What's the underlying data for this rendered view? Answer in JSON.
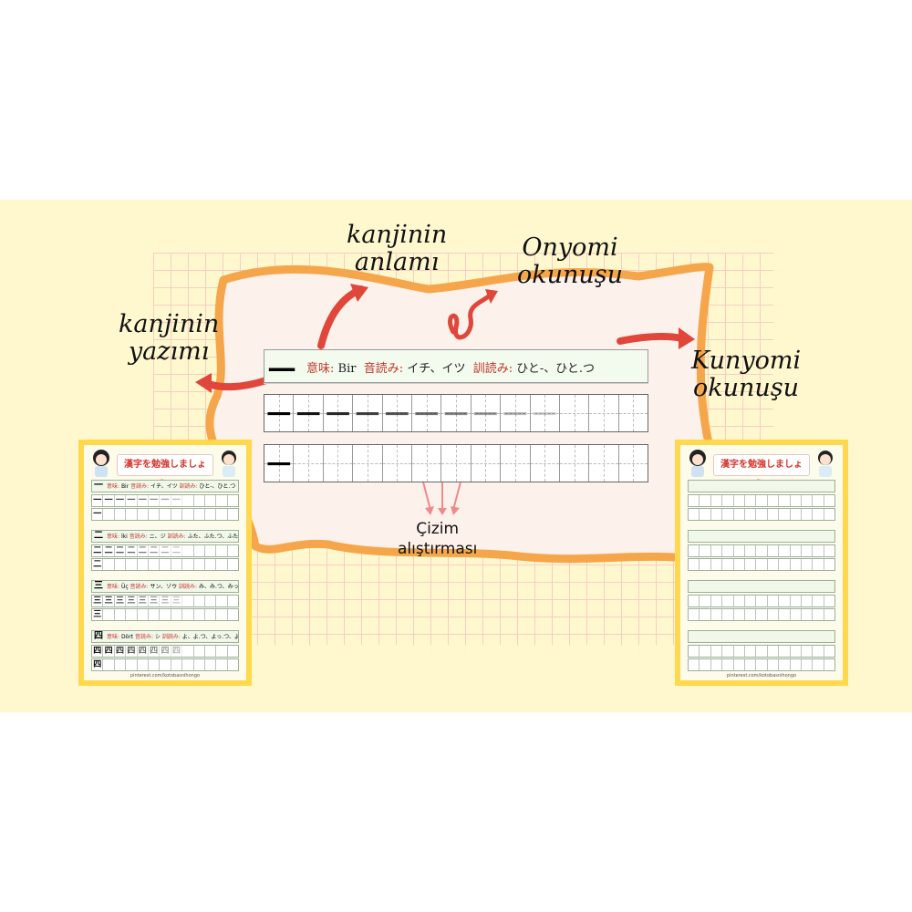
{
  "labels": {
    "meaning": [
      "kanjinin",
      "anlamı"
    ],
    "writing": [
      "kanjinin",
      "yazımı"
    ],
    "onyomi": [
      "Onyomi",
      "okunuşu"
    ],
    "kunyomi": [
      "Kunyomi",
      "okunuşu"
    ],
    "practice": [
      "Çizim",
      "alıştırması"
    ]
  },
  "header": {
    "kanji": "一",
    "meaning_label": "意味:",
    "meaning_value": "Bir",
    "on_label": "音読み:",
    "on_value": "イチ、イツ",
    "kun_label": "訓読み:",
    "kun_value": "ひと-、ひと.つ"
  },
  "practice_row": {
    "glyph": "一",
    "cells": 13,
    "traced_cells": 10
  },
  "sheets": {
    "title": "漢字を勉強しましょう!",
    "footer": "pinterest.com/kotobasnihongo",
    "entries": [
      {
        "kanji": "一",
        "meaning": "Bir",
        "on": "イチ、イツ",
        "kun": "ひと-、ひと.つ"
      },
      {
        "kanji": "二",
        "meaning": "İki",
        "on": "ニ、ジ",
        "kun": "ふた、ふた.つ、ふたたび"
      },
      {
        "kanji": "三",
        "meaning": "Üç",
        "on": "サン、ゾウ",
        "kun": "み、み.つ、みっ.つ"
      },
      {
        "kanji": "四",
        "meaning": "Dört",
        "on": "シ",
        "kun": "よ、よ.つ、よっ.つ、よん"
      }
    ],
    "on_label": "音読み:",
    "kun_label": "訓読み:",
    "meaning_label": "意味:"
  },
  "colors": {
    "banner": "#fff8cf",
    "paper_border": "#f6a64a",
    "paper_fill": "#fdf1ec",
    "arrow": "#e0463a",
    "sheet_frame": "#ffd84d"
  }
}
